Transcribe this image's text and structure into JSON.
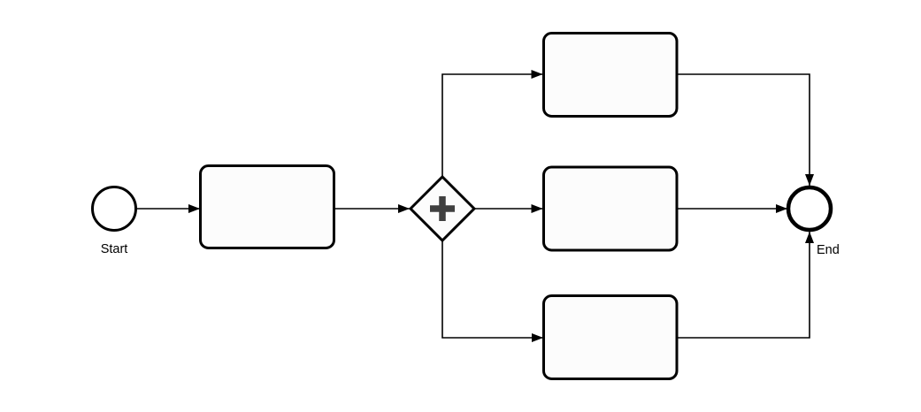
{
  "diagram": {
    "kind": "bpmn-process-flow",
    "background_color": "#ffffff",
    "stroke_color": "#000000",
    "node_fill_color": "#fcfcfc",
    "gateway_symbol_color": "#404040",
    "labels": {
      "start": "Start",
      "end": "End"
    },
    "gateway": {
      "type": "parallel-gateway",
      "symbol": "+"
    },
    "nodes": [
      {
        "id": "start-event",
        "type": "start-event",
        "label": "Start"
      },
      {
        "id": "task-1",
        "type": "task",
        "label": ""
      },
      {
        "id": "parallel-gateway",
        "type": "parallel-gateway",
        "symbol": "+"
      },
      {
        "id": "task-top",
        "type": "task",
        "label": ""
      },
      {
        "id": "task-middle",
        "type": "task",
        "label": ""
      },
      {
        "id": "task-bottom",
        "type": "task",
        "label": ""
      },
      {
        "id": "end-event",
        "type": "end-event",
        "label": "End"
      }
    ],
    "edges": [
      {
        "from": "start-event",
        "to": "task-1"
      },
      {
        "from": "task-1",
        "to": "parallel-gateway"
      },
      {
        "from": "parallel-gateway",
        "to": "task-top"
      },
      {
        "from": "parallel-gateway",
        "to": "task-middle"
      },
      {
        "from": "parallel-gateway",
        "to": "task-bottom"
      },
      {
        "from": "task-top",
        "to": "end-event"
      },
      {
        "from": "task-middle",
        "to": "end-event"
      },
      {
        "from": "task-bottom",
        "to": "end-event"
      }
    ]
  }
}
